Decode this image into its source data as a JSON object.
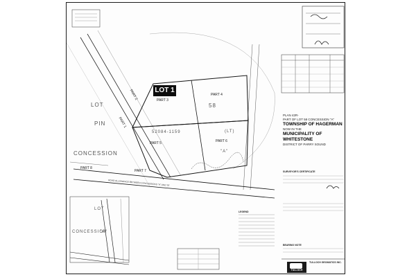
{
  "plan": {
    "lot_label": "LOT 1",
    "parts": [
      "PART 3",
      "PART 4",
      "PART 5",
      "PART 6",
      "PART 7",
      "PART 8",
      "PART 1",
      "PART 2"
    ],
    "lot": "LOT",
    "lot_number": "58",
    "concession_word": "CONCESSION",
    "concession_letter": "\"A\"",
    "pin": "PIN",
    "pin_number": "52084-1159",
    "lt": "(LT)",
    "road_allowance": "ROAD ALLOWANCE BETWEEN CONCESSIONS \"A\" AND \"B\"",
    "inset_lot": "LOT",
    "inset_concession": "CONCESSION",
    "inset_letter": "\"A\""
  },
  "title_block": {
    "line1": "PLAN 42R-",
    "line2": "PART OF LOT 58 CONCESSION \"A\"",
    "township": "TOWNSHIP OF HAGERMAN",
    "now_in": "NOW IN THE",
    "municipality": "MUNICIPALITY OF WHITESTONE",
    "district": "DISTRICT OF PARRY SOUND"
  },
  "surveyor": {
    "heading": "SURVEYOR'S CERTIFICATE",
    "company": "TULLOCH GEOMATICS INC."
  },
  "legend_heading": "LEGEND",
  "bearing_heading": "BEARING NOTE",
  "logo_text": "TULLOCH"
}
